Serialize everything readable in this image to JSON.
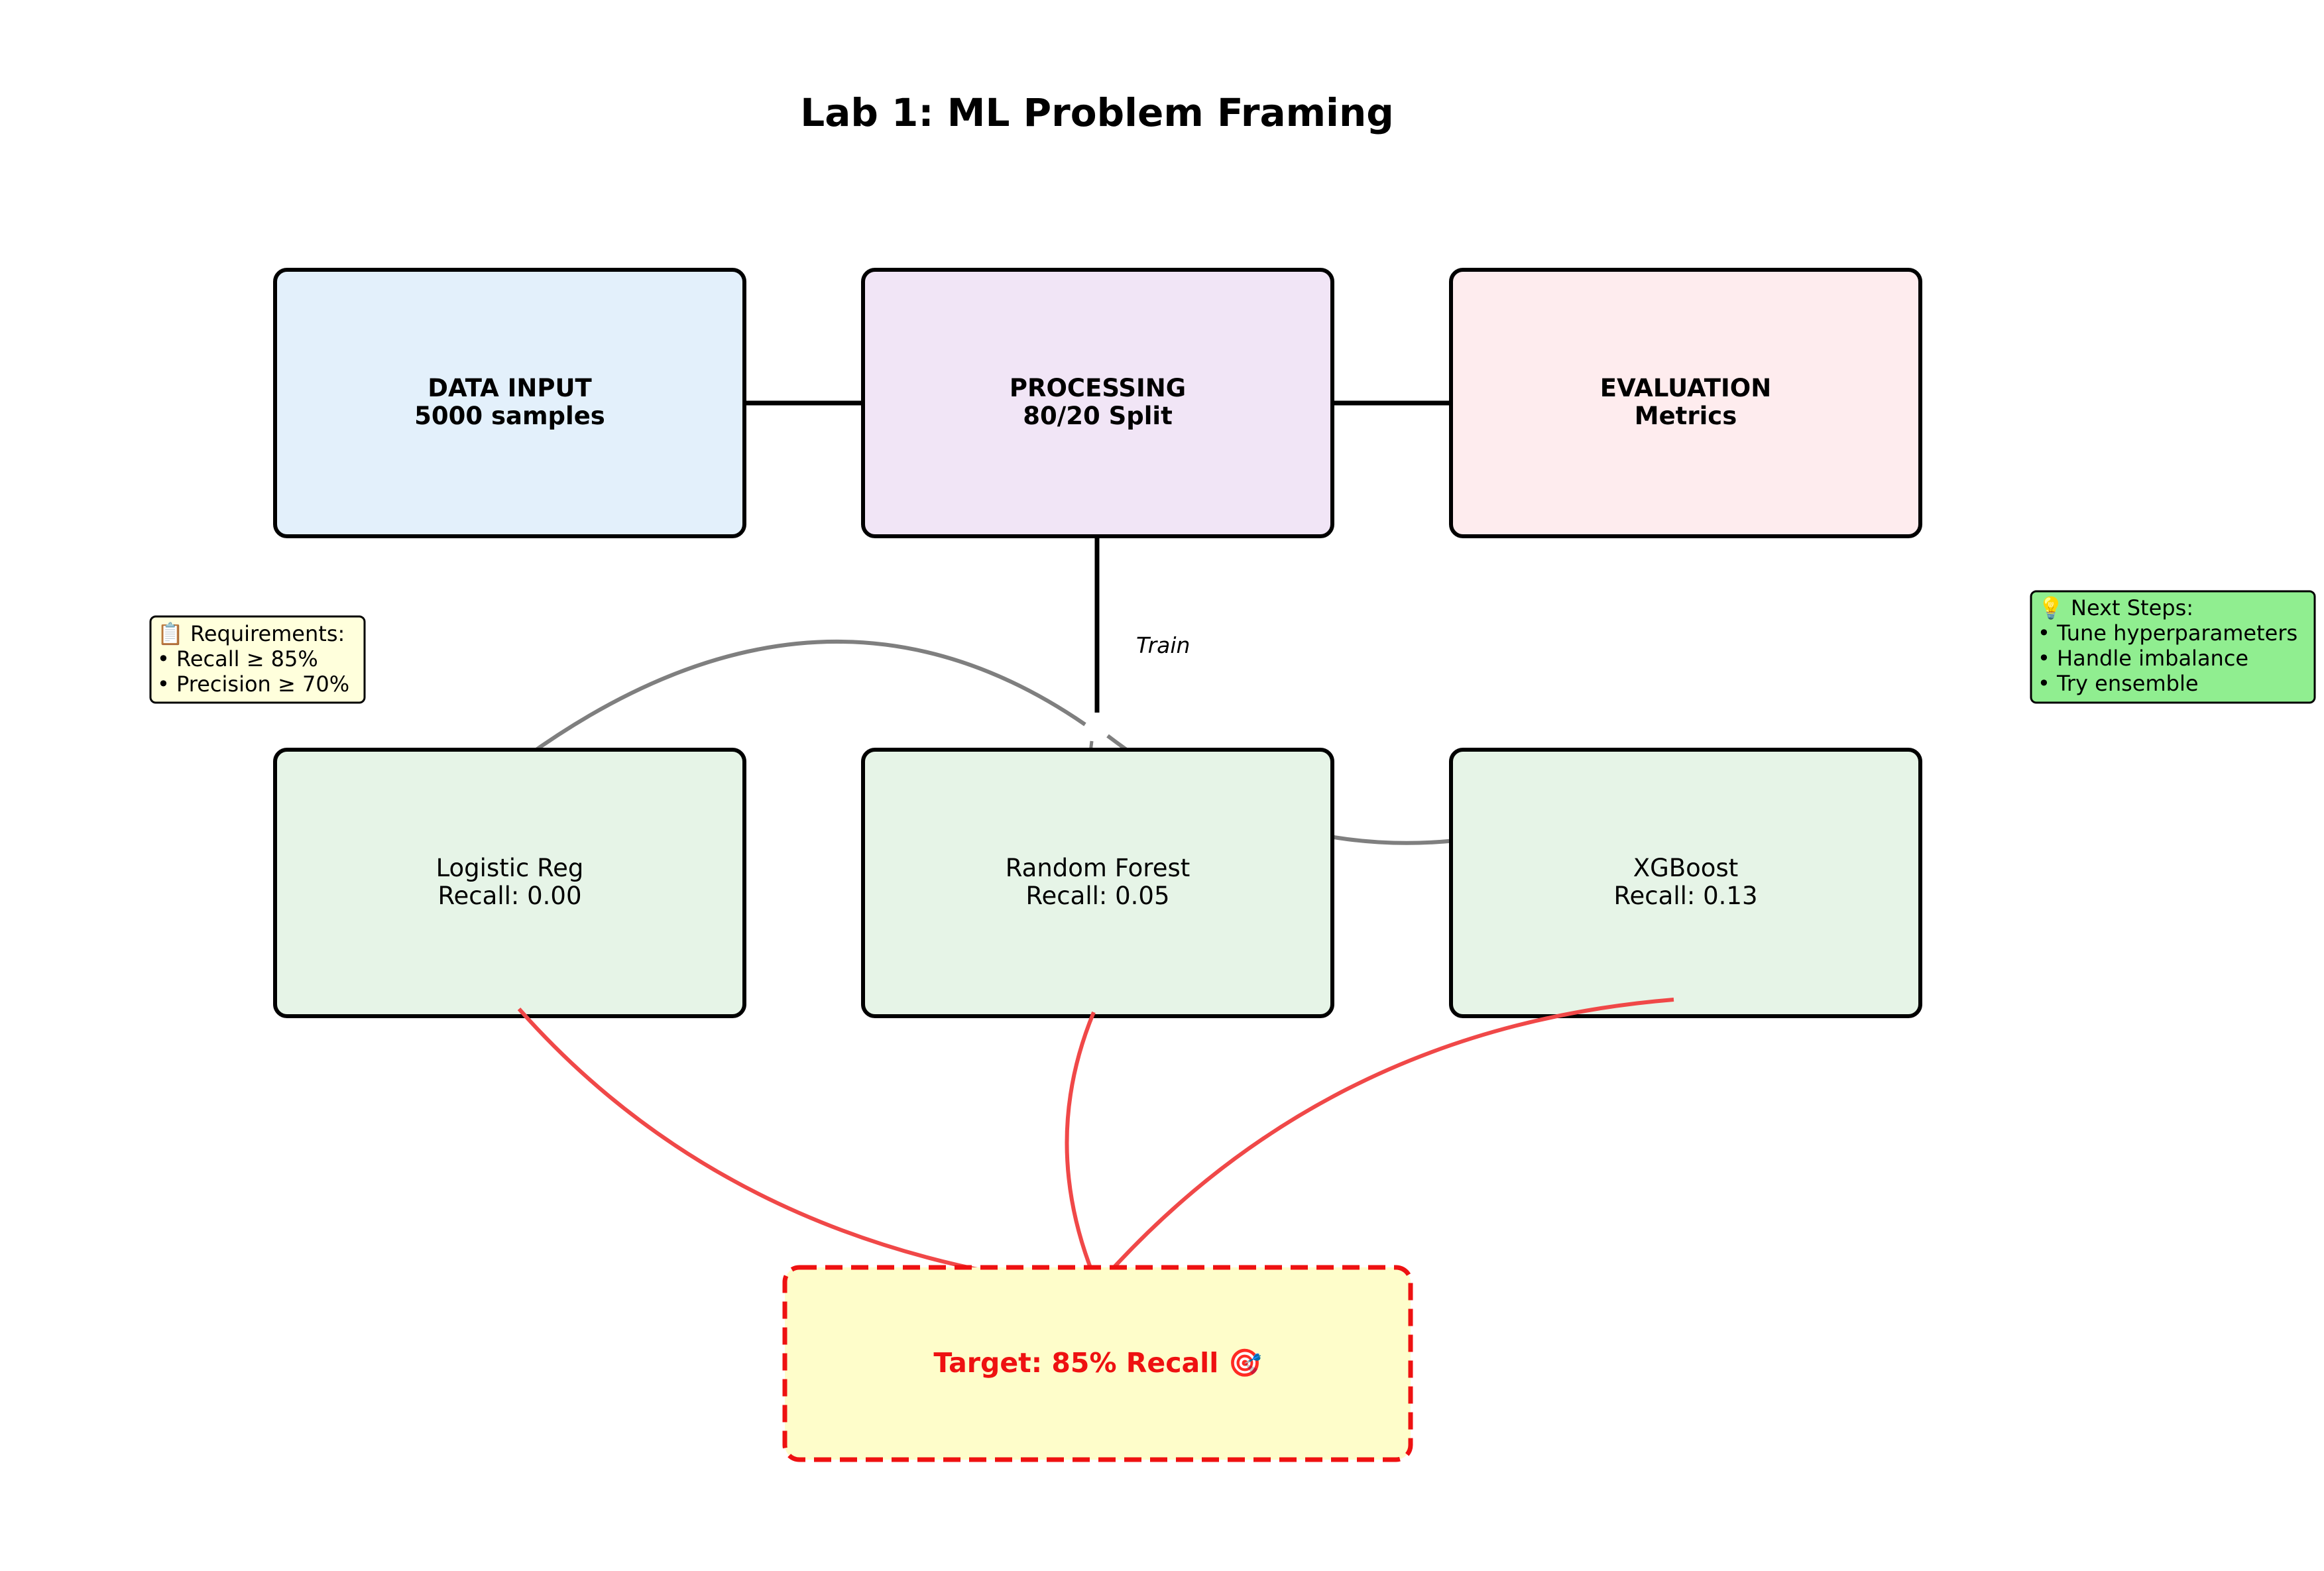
{
  "title": "Lab 1: ML Problem Framing",
  "pipeline": {
    "data_input": {
      "line1": "DATA INPUT",
      "line2": "5000 samples",
      "fill": "#e3f0fb"
    },
    "processing": {
      "line1": "PROCESSING",
      "line2": "80/20 Split",
      "fill": "#f1e5f6"
    },
    "evaluation": {
      "line1": "EVALUATION",
      "line2": "Metrics",
      "fill": "#feecee"
    }
  },
  "edge_label": "Train",
  "models": [
    {
      "name": "Logistic Reg",
      "metric": "Recall: 0.00"
    },
    {
      "name": "Random Forest",
      "metric": "Recall: 0.05"
    },
    {
      "name": "XGBoost",
      "metric": "Recall: 0.13"
    }
  ],
  "model_fill": "#e6f4e7",
  "requirements_note": {
    "line1": "📋 Requirements:",
    "line2": "• Recall ≥ 85%",
    "line3": "• Precision ≥ 70%",
    "fill": "#ffffdc"
  },
  "next_steps_note": {
    "line1": "💡 Next Steps:",
    "line2": "• Tune hyperparameters",
    "line3": "• Handle imbalance",
    "line4": "• Try ensemble",
    "fill": "#90ee90"
  },
  "target": {
    "label": "Target: 85% Recall 🎯",
    "fill": "#fefdca",
    "border": "#ee1111"
  },
  "colors": {
    "gray_arc": "#7f7f7f",
    "red_arc": "#f04848",
    "outline": "#000000"
  }
}
